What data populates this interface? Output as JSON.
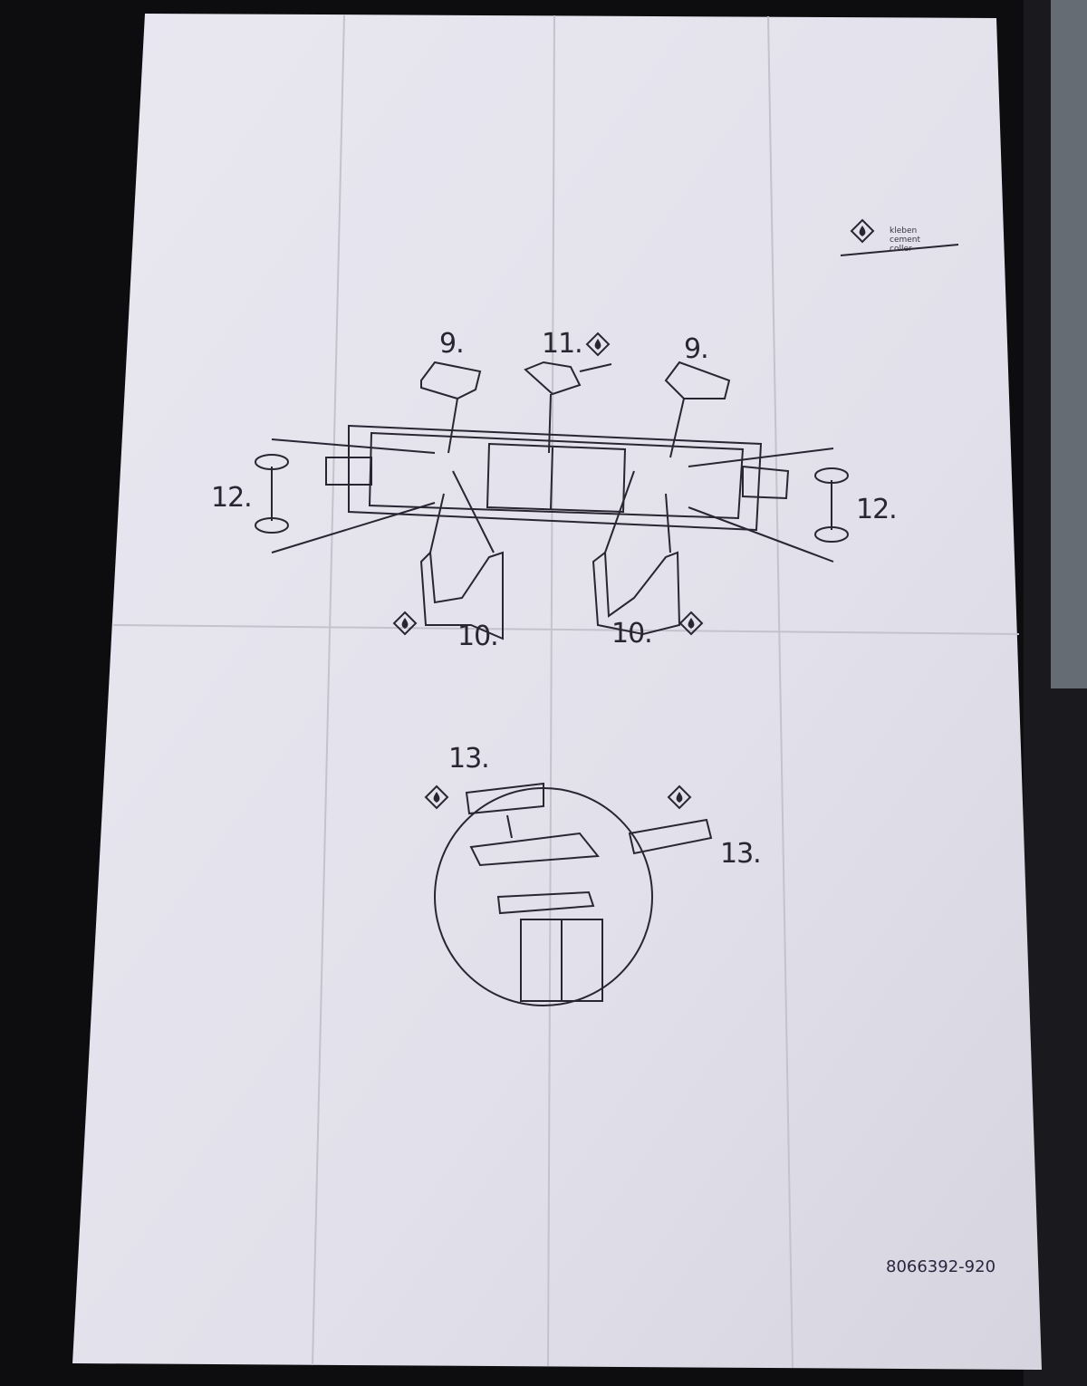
{
  "legend": {
    "icon": "glue-drop-icon",
    "lines": [
      "kleben",
      "cement",
      "coller"
    ]
  },
  "steps": {
    "s9a": "9.",
    "s9b": "9.",
    "s11": "11.",
    "s12a": "12.",
    "s12b": "12.",
    "s10a": "10.",
    "s10b": "10.",
    "s13a": "13.",
    "s13b": "13."
  },
  "part_number": "8066392-920",
  "colors": {
    "paper": "#e6e4ee",
    "ink": "#2a2533",
    "background": "#0d0d10"
  }
}
